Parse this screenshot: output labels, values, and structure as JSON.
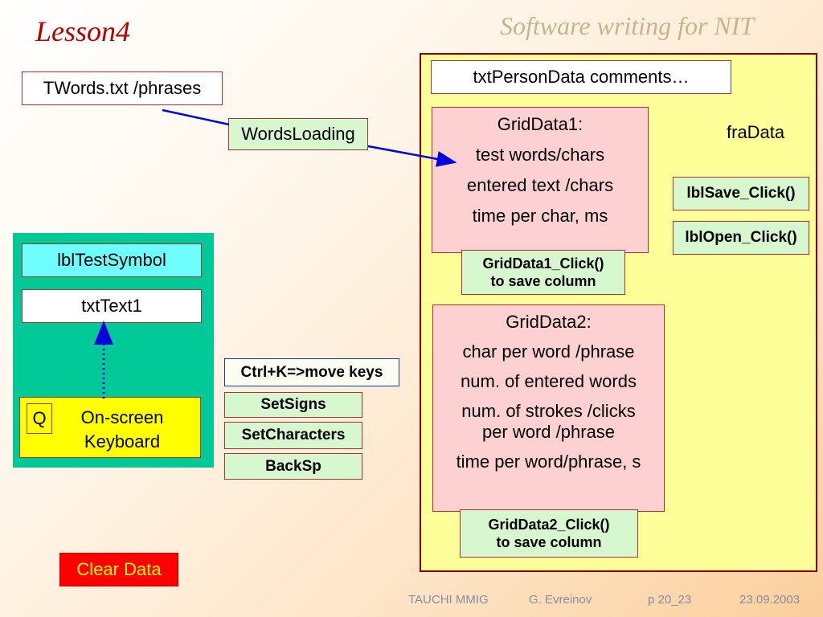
{
  "header": {
    "lesson_title": "Lesson4",
    "slide_title": "Software writing for NIT"
  },
  "source": {
    "twords_label": "TWords.txt  /phrases",
    "loading_label": "WordsLoading"
  },
  "test_panel": {
    "lbl_test_symbol": "lblTestSymbol",
    "txt_text1": "txtText1",
    "keyboard_key": "Q",
    "keyboard_line1": "On-screen",
    "keyboard_line2": "Keyboard"
  },
  "keys": {
    "ctrl_k": "Ctrl+K=>move keys",
    "set_signs": "SetSigns",
    "set_characters": "SetCharacters",
    "backsp": "BackSp"
  },
  "clear_data": "Clear Data",
  "fradata": {
    "label": "fraData",
    "txt_person_data": "txtPersonData comments…",
    "griddata1": {
      "title": "GridData1:",
      "rows": [
        "test words/chars",
        "entered text /chars",
        "time per char, ms"
      ],
      "click_line1": "GridData1_Click()",
      "click_line2": "to save column"
    },
    "griddata2": {
      "title": "GridData2:",
      "rows": [
        "char per word /phrase",
        "num. of entered words",
        "num. of strokes /clicks per word /phrase",
        "time per word/phrase, s"
      ],
      "click_line1": "GridData2_Click()",
      "click_line2": "to save column"
    },
    "lbl_save": "lblSave_Click()",
    "lbl_open": "lblOpen_Click()"
  },
  "footer": {
    "org": "TAUCHI MMIG",
    "author": "G. Evreinov",
    "page": "p 20_23",
    "date": "23.09.2003"
  },
  "colors": {
    "title_red": "#b40000",
    "frame_border": "#8b0000",
    "frame_fill": "#ffff99",
    "panel_green": "#00c896",
    "arrow_blue": "#0000dd"
  }
}
